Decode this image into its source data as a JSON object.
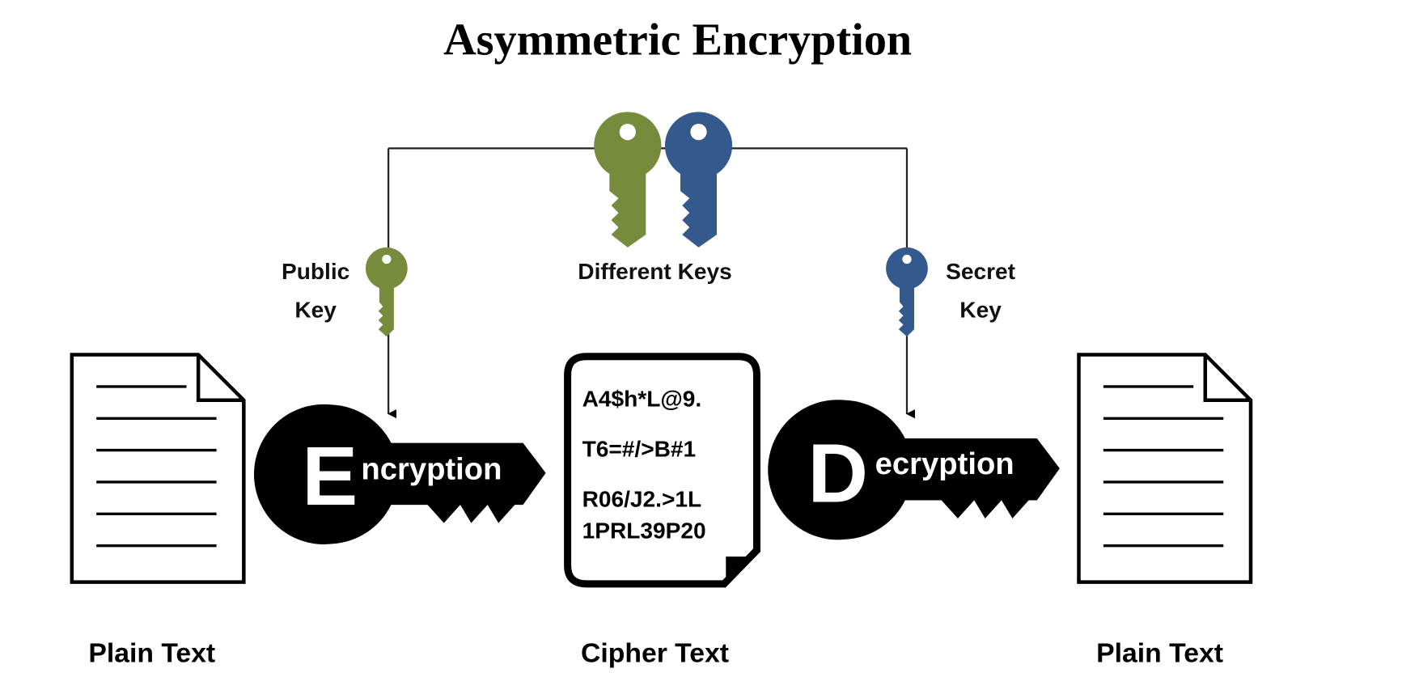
{
  "title": "Asymmetric Encryption",
  "colors": {
    "public_key": "#768b3c",
    "secret_key": "#34598c",
    "ink": "#000000"
  },
  "keys": {
    "different_keys_label": "Different Keys",
    "public_key": {
      "line1": "Public",
      "line2": "Key",
      "icon": "key-icon"
    },
    "secret_key": {
      "line1": "Secret",
      "line2": "Key",
      "icon": "key-icon"
    }
  },
  "encryption": {
    "initial": "E",
    "rest": "ncryption"
  },
  "decryption": {
    "initial": "D",
    "rest": "ecryption"
  },
  "cipher_lines": [
    "A4$h*L@9.",
    "T6=#/>B#1",
    "R06/J2.>1L",
    "1PRL39P20"
  ],
  "labels": {
    "left_doc": "Plain Text",
    "cipher_doc": "Cipher Text",
    "right_doc": "Plain Text"
  }
}
